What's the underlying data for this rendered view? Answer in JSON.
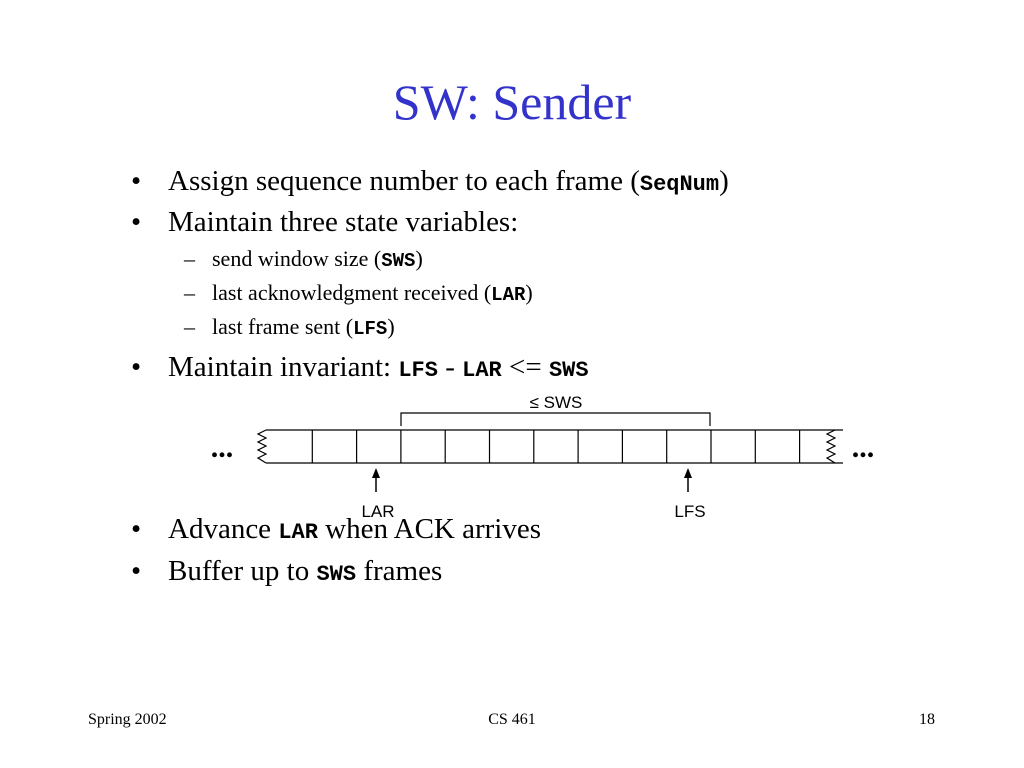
{
  "slide": {
    "title": "SW: Sender",
    "bullets": [
      {
        "level": 1,
        "mark": "•",
        "text": "Assign sequence number to each frame (",
        "code": "SeqNum",
        "after": ")"
      },
      {
        "level": 1,
        "mark": "•",
        "text": "Maintain three state variables:"
      },
      {
        "level": 2,
        "mark": "–",
        "text": "send window size (",
        "code": "SWS",
        "after": ")"
      },
      {
        "level": 2,
        "mark": "–",
        "text": "last acknowledgment received (",
        "code": "LAR",
        "after": ")"
      },
      {
        "level": 2,
        "mark": "–",
        "text": "last frame sent (",
        "code": "LFS",
        "after": ")"
      },
      {
        "level": 1,
        "mark": "•",
        "text": "Maintain invariant: ",
        "code1": "LFS",
        "op1": " - ",
        "code2": "LAR",
        "op2": " <= ",
        "code3": "SWS"
      },
      {
        "level": 1,
        "mark": "•",
        "text": "Advance ",
        "code": "LAR",
        "after": " when ACK arrives"
      },
      {
        "level": 1,
        "mark": "•",
        "text": "Buffer up to ",
        "code": "SWS",
        "after": " frames"
      }
    ],
    "diagram": {
      "window_label": "≤ SWS",
      "left_ellipsis": "...",
      "right_ellipsis": "...",
      "frame_count": 13,
      "lar_label": "LAR",
      "lfs_label": "LFS"
    },
    "footer": {
      "left": "Spring 2002",
      "center": "CS 461",
      "right": "18"
    },
    "colors": {
      "title": "#3333cc",
      "text": "#000000",
      "background": "#ffffff"
    }
  }
}
